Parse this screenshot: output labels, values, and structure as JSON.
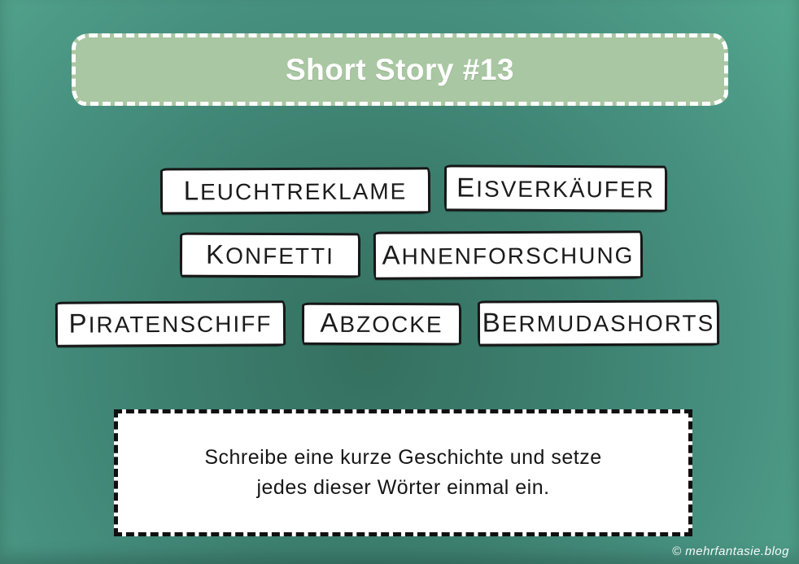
{
  "title": {
    "text": "Short Story #13"
  },
  "words": [
    "LEUCHTREKLAME",
    "EISVERKÄUFER",
    "KONFETTI",
    "AHNENFORSCHUNG",
    "PIRATENSCHIFF",
    "ABZOCKE",
    "BERMUDASHORTS"
  ],
  "instruction": {
    "line1": "Schreibe eine kurze Geschichte und setze",
    "line2": "jedes dieser Wörter einmal ein."
  },
  "footer": {
    "watermark": "© mehrfantasie.blog"
  },
  "colors": {
    "background_teal_light": "#53a88e",
    "background_teal_dark": "#35705f",
    "title_box_fill": "#a9c7a2",
    "dashed_border_white": "#ffffff",
    "card_fill": "#ffffff",
    "ink_black": "#161616"
  }
}
